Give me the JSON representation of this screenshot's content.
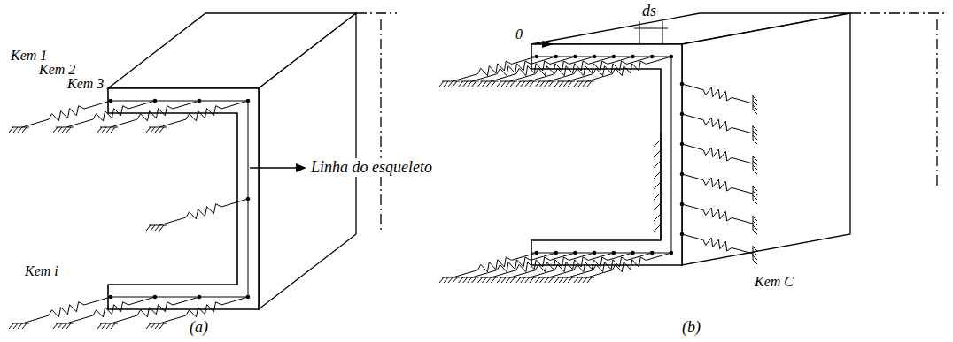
{
  "diagram": {
    "labels": [
      "Kem 1",
      "Kem 2",
      "Kem 3",
      "Kem i",
      "Linha do esqueleto",
      "(a)",
      "0",
      "ds",
      "Kem C",
      "(b)"
    ]
  }
}
